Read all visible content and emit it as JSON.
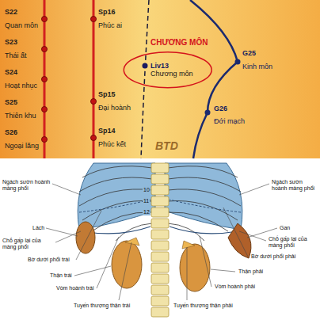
{
  "diagram": {
    "nodes": [
      {
        "text": [
          "CHƯƠNG MÔN",
          "Liv13",
          "Chương môn"
        ]
      }
    ],
    "labels": [
      "S22",
      "Quan môn",
      "S23",
      "Thái ất",
      "S24",
      "Hoạt nhục",
      "S25",
      "Thiên khu",
      "S26",
      "Ngoại lăng",
      "Sp16",
      "Phúc ai",
      "Sp15",
      "Đại hoành",
      "Sp14",
      "Phúc kết",
      "G25",
      "Kinh môn",
      "G26",
      "Đới mạch",
      "BTD",
      "10",
      "11",
      "12",
      "Ngách sườn hoành màng phổi",
      "Ngách sườn hoành màng phổi",
      "Lách",
      "Gan",
      "Chỗ gấp lại của màng phổi",
      "Chỗ gấp lại của màng phổi",
      "Bờ dưới phổi trái",
      "Bờ dưới phổi phải",
      "Thận trái",
      "Thận phải",
      "Vòm hoành trái",
      "Vòm hoành phải",
      "Tuyến thượng thận trái",
      "Tuyến thượng thận phải"
    ]
  }
}
